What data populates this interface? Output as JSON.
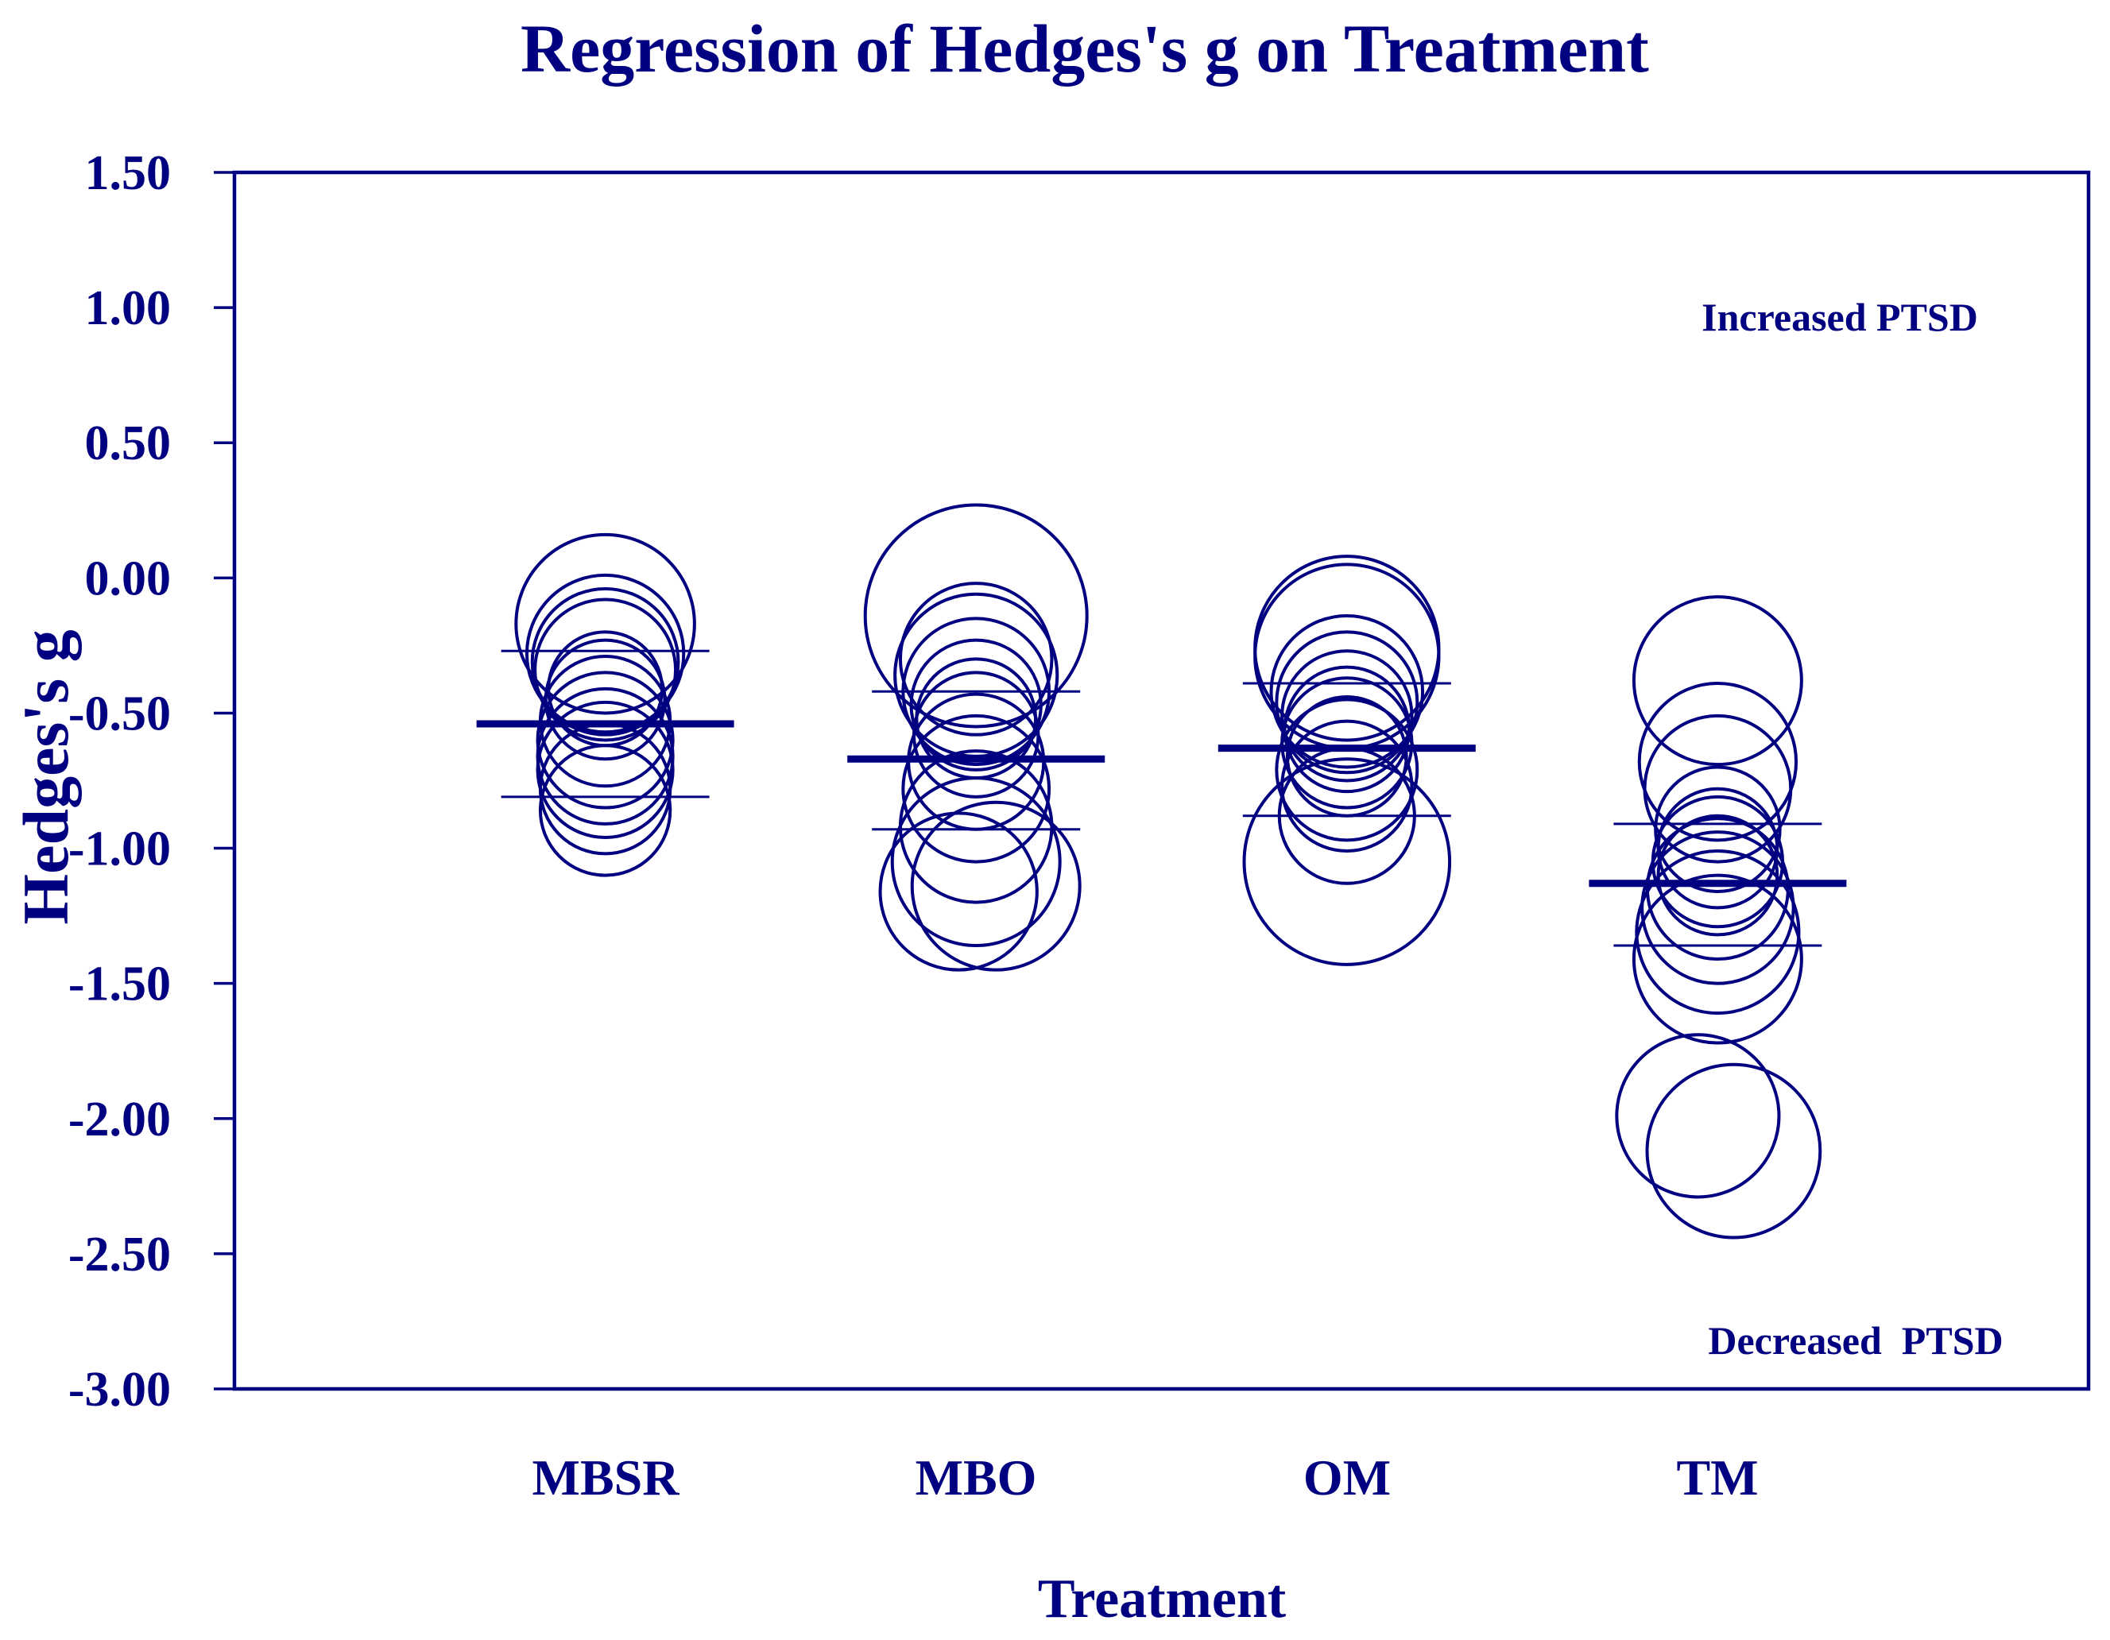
{
  "title": "Regression of Hedges's g on Treatment",
  "annotations": {
    "increased": "Increased PTSD",
    "decreased": "Decreased  PTSD"
  },
  "colors": {
    "navy": "#000080",
    "background": "#FFFFFF"
  },
  "chart_data": {
    "type": "scatter",
    "subtype": "bubble-meta-regression",
    "title": "Regression of Hedges's g on Treatment",
    "xlabel": "Treatment",
    "ylabel": "Hedges's g",
    "ylim": [
      -3.0,
      1.5
    ],
    "grid": false,
    "legend": "none",
    "yticks": [
      {
        "value": 1.5,
        "label": "1.50"
      },
      {
        "value": 1.0,
        "label": "1.00"
      },
      {
        "value": 0.5,
        "label": "0.50"
      },
      {
        "value": 0.0,
        "label": "0.00"
      },
      {
        "value": -0.5,
        "label": "-0.50"
      },
      {
        "value": -1.0,
        "label": "-1.00"
      },
      {
        "value": -1.5,
        "label": "-1.50"
      },
      {
        "value": -2.0,
        "label": "-2.00"
      },
      {
        "value": -2.5,
        "label": "-2.50"
      },
      {
        "value": -3.0,
        "label": "-3.00"
      }
    ],
    "categories": [
      "MBSR",
      "MBO",
      "OM",
      "TM"
    ],
    "chart_annotations": [
      {
        "text": "Increased PTSD",
        "position": "top-right",
        "y": 0.96
      },
      {
        "text": "Decreased  PTSD",
        "position": "bottom-right",
        "y": -2.83
      }
    ],
    "groups": [
      {
        "treatment": "MBSR",
        "mean": -0.54,
        "ci_upper": -0.27,
        "ci_lower": -0.81,
        "bubbles": [
          {
            "g": -0.17,
            "r": 0.33,
            "dx": 0
          },
          {
            "g": -0.28,
            "r": 0.29,
            "dx": 0
          },
          {
            "g": -0.31,
            "r": 0.27,
            "dx": 0
          },
          {
            "g": -0.34,
            "r": 0.26,
            "dx": 0
          },
          {
            "g": -0.41,
            "r": 0.21,
            "dx": 0
          },
          {
            "g": -0.45,
            "r": 0.22,
            "dx": 0
          },
          {
            "g": -0.53,
            "r": 0.24,
            "dx": 0
          },
          {
            "g": -0.6,
            "r": 0.25,
            "dx": 0
          },
          {
            "g": -0.66,
            "r": 0.25,
            "dx": 0
          },
          {
            "g": -0.71,
            "r": 0.25,
            "dx": 0
          },
          {
            "g": -0.78,
            "r": 0.24,
            "dx": 0
          },
          {
            "g": -0.86,
            "r": 0.24,
            "dx": 0
          }
        ]
      },
      {
        "treatment": "MBO",
        "mean": -0.67,
        "ci_upper": -0.42,
        "ci_lower": -0.93,
        "bubbles": [
          {
            "g": -0.14,
            "r": 0.41,
            "dx": 0
          },
          {
            "g": -0.3,
            "r": 0.28,
            "dx": 0
          },
          {
            "g": -0.36,
            "r": 0.3,
            "dx": 0
          },
          {
            "g": -0.42,
            "r": 0.27,
            "dx": 0
          },
          {
            "g": -0.47,
            "r": 0.24,
            "dx": 0
          },
          {
            "g": -0.52,
            "r": 0.22,
            "dx": 0
          },
          {
            "g": -0.58,
            "r": 0.23,
            "dx": 0
          },
          {
            "g": -0.68,
            "r": 0.25,
            "dx": 0
          },
          {
            "g": -0.78,
            "r": 0.27,
            "dx": 0
          },
          {
            "g": -0.92,
            "r": 0.28,
            "dx": 0
          },
          {
            "g": -1.05,
            "r": 0.31,
            "dx": 0
          },
          {
            "g": -1.16,
            "r": 0.29,
            "dx": -22
          },
          {
            "g": -1.14,
            "r": 0.31,
            "dx": 25
          }
        ]
      },
      {
        "treatment": "OM",
        "mean": -0.63,
        "ci_upper": -0.39,
        "ci_lower": -0.88,
        "bubbles": [
          {
            "g": -0.26,
            "r": 0.34,
            "dx": 0
          },
          {
            "g": -0.29,
            "r": 0.34,
            "dx": 0
          },
          {
            "g": -0.42,
            "r": 0.28,
            "dx": 0
          },
          {
            "g": -0.46,
            "r": 0.26,
            "dx": 0
          },
          {
            "g": -0.51,
            "r": 0.24,
            "dx": 0
          },
          {
            "g": -0.56,
            "r": 0.23,
            "dx": 0
          },
          {
            "g": -0.61,
            "r": 0.24,
            "dx": 0
          },
          {
            "g": -0.66,
            "r": 0.22,
            "dx": 0
          },
          {
            "g": -0.71,
            "r": 0.26,
            "dx": 0
          },
          {
            "g": -0.77,
            "r": 0.24,
            "dx": 0
          },
          {
            "g": -0.88,
            "r": 0.25,
            "dx": 0
          },
          {
            "g": -1.05,
            "r": 0.38,
            "dx": 0
          }
        ]
      },
      {
        "treatment": "TM",
        "mean": -1.13,
        "ci_upper": -0.91,
        "ci_lower": -1.36,
        "bubbles": [
          {
            "g": -0.38,
            "r": 0.31,
            "dx": 0
          },
          {
            "g": -0.68,
            "r": 0.29,
            "dx": 0
          },
          {
            "g": -0.78,
            "r": 0.27,
            "dx": 0
          },
          {
            "g": -0.93,
            "r": 0.23,
            "dx": 0
          },
          {
            "g": -1.0,
            "r": 0.22,
            "dx": 0
          },
          {
            "g": -1.05,
            "r": 0.24,
            "dx": 0
          },
          {
            "g": -1.1,
            "r": 0.22,
            "dx": 0
          },
          {
            "g": -1.15,
            "r": 0.26,
            "dx": 0
          },
          {
            "g": -1.22,
            "r": 0.28,
            "dx": 0
          },
          {
            "g": -1.31,
            "r": 0.3,
            "dx": 0
          },
          {
            "g": -1.41,
            "r": 0.31,
            "dx": 0
          },
          {
            "g": -1.99,
            "r": 0.3,
            "dx": -25
          },
          {
            "g": -2.12,
            "r": 0.32,
            "dx": 20
          }
        ]
      }
    ]
  }
}
